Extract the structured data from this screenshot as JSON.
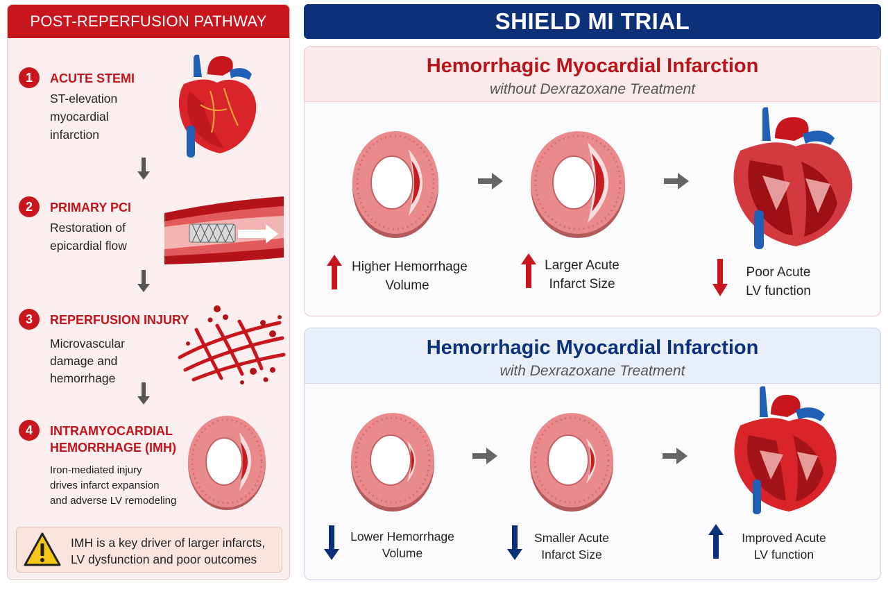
{
  "left": {
    "header": "POST-REPERFUSION PATHWAY",
    "steps": [
      {
        "num": "1",
        "title": "ACUTE STEMI",
        "desc": [
          "ST-elevation",
          "myocardial",
          "infarction"
        ]
      },
      {
        "num": "2",
        "title": "PRIMARY PCI",
        "desc": [
          "Restoration of",
          "epicardial flow"
        ]
      },
      {
        "num": "3",
        "title": "REPERFUSION INJURY",
        "desc": [
          "Microvascular",
          "damage and",
          "hemorrhage"
        ]
      },
      {
        "num": "4",
        "title": "INTRAMYOCARDIAL HEMORRHAGE (IMH)",
        "title_lines": [
          "INTRAMYOCARDIAL",
          "HEMORRHAGE (IMH)"
        ],
        "desc": [
          "Iron-mediated injury",
          "drives infarct expansion",
          "and adverse LV remodeling"
        ]
      }
    ],
    "warning": [
      "IMH is a key driver of larger infarcts,",
      "LV dysfunction and poor outcomes"
    ]
  },
  "title": "SHIELD MI TRIAL",
  "panels": {
    "top": {
      "title": "Hemorrhagic Myocardial Infarction",
      "subtitle": "without Dexrazoxane Treatment",
      "outcomes": [
        {
          "direction": "up",
          "lines": [
            "Higher Hemorrhage",
            "Volume"
          ]
        },
        {
          "direction": "up",
          "lines": [
            "Larger Acute",
            "Infarct Size"
          ]
        },
        {
          "direction": "down",
          "lines": [
            "Poor Acute",
            "LV function"
          ]
        }
      ]
    },
    "bottom": {
      "title": "Hemorrhagic Myocardial Infarction",
      "subtitle": "with Dexrazoxane Treatment",
      "outcomes": [
        {
          "direction": "down",
          "lines": [
            "Lower Hemorrhage",
            "Volume"
          ]
        },
        {
          "direction": "down",
          "lines": [
            "Smaller Acute",
            "Infarct Size"
          ]
        },
        {
          "direction": "up",
          "lines": [
            "Improved Acute",
            "LV function"
          ]
        }
      ]
    }
  },
  "colors": {
    "red": "#c8161d",
    "navy": "#0c3179",
    "muscle": "#e98a8d",
    "infarct": "#c81b22",
    "vein": "#1f5fb5"
  },
  "icons": [
    "heart-icon",
    "stent-icon",
    "microvascular-icon",
    "myocardium-ring-icon",
    "warning-icon",
    "arrow-right-icon",
    "arrow-up-icon",
    "arrow-down-icon"
  ]
}
